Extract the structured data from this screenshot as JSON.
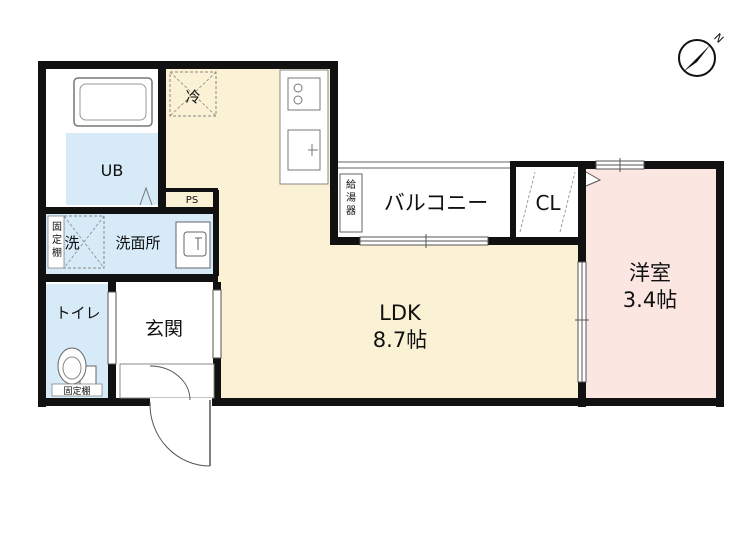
{
  "rooms": {
    "ub": "UB",
    "ps": "PS",
    "fixed_shelf_vertical": "固定棚",
    "washer": "洗",
    "washroom": "洗面所",
    "toilet": "トイレ",
    "fixed_shelf_small": "固定棚",
    "entrance": "玄関",
    "ldk_name": "LDK",
    "ldk_size": "8.7帖",
    "water_heater": "給湯器",
    "balcony": "バルコニー",
    "closet": "CL",
    "western_name": "洋室",
    "western_size": "3.4帖",
    "fridge": "冷"
  },
  "compass": {
    "mark": "N"
  },
  "colors": {
    "ldk_floor": "#fbf1d4",
    "western_floor": "#fbe6e2",
    "wet_area": "#d6eaf8",
    "wall": "#111111"
  }
}
